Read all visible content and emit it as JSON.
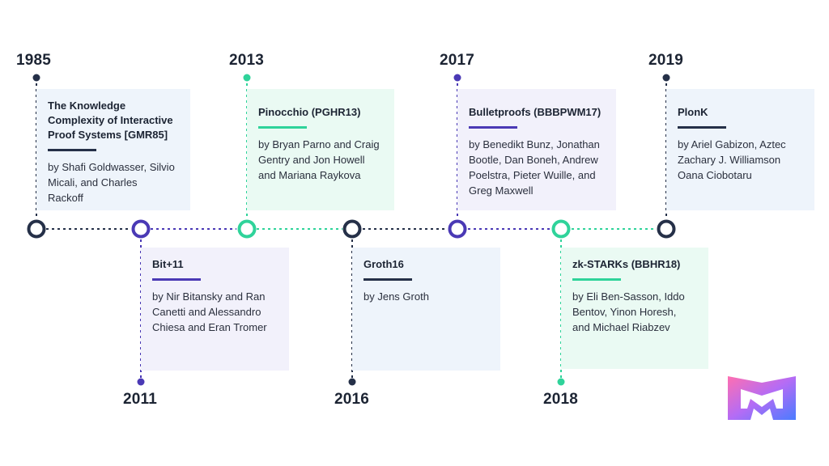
{
  "colors": {
    "navy": "#253048",
    "purple": "#4a39b5",
    "teal": "#2fd39a"
  },
  "milestones": [
    {
      "year": "1985",
      "title": "The Knowledge Complexity of Interactive Proof Systems [GMR85]",
      "title_lines": [
        "The Knowledge",
        "Complexity of Interactive",
        "Proof Systems [GMR85]"
      ],
      "authors_lines": [
        "by Shafi Goldwasser, Silvio",
        "Micali, and Charles",
        "Rackoff"
      ]
    },
    {
      "year": "2011",
      "title": "Bit+11",
      "authors_lines": [
        "by Nir Bitansky and Ran",
        "Canetti and Alessandro",
        "Chiesa and Eran Tromer"
      ]
    },
    {
      "year": "2013",
      "title": "Pinocchio (PGHR13)",
      "authors_lines": [
        "by Bryan Parno and Craig",
        "Gentry and Jon Howell",
        "and Mariana Raykova"
      ]
    },
    {
      "year": "2016",
      "title": "Groth16",
      "authors_lines": [
        "by Jens Groth"
      ]
    },
    {
      "year": "2017",
      "title": "Bulletproofs (BBBPWM17)",
      "authors_lines": [
        "by Benedikt Bunz, Jonathan",
        "Bootle, Dan Boneh, Andrew",
        "Poelstra, Pieter Wuille, and",
        "Greg Maxwell"
      ]
    },
    {
      "year": "2018",
      "title": "zk-STARKs (BBHR18)",
      "authors_lines": [
        "by Eli Ben-Sasson, Iddo",
        "Bentov, Yinon Horesh,",
        "and Michael Riabzev"
      ]
    },
    {
      "year": "2019",
      "title": "PlonK",
      "authors_lines": [
        "by Ariel Gabizon, Aztec",
        "Zachary J. Williamson",
        "Oana Ciobotaru"
      ]
    }
  ]
}
